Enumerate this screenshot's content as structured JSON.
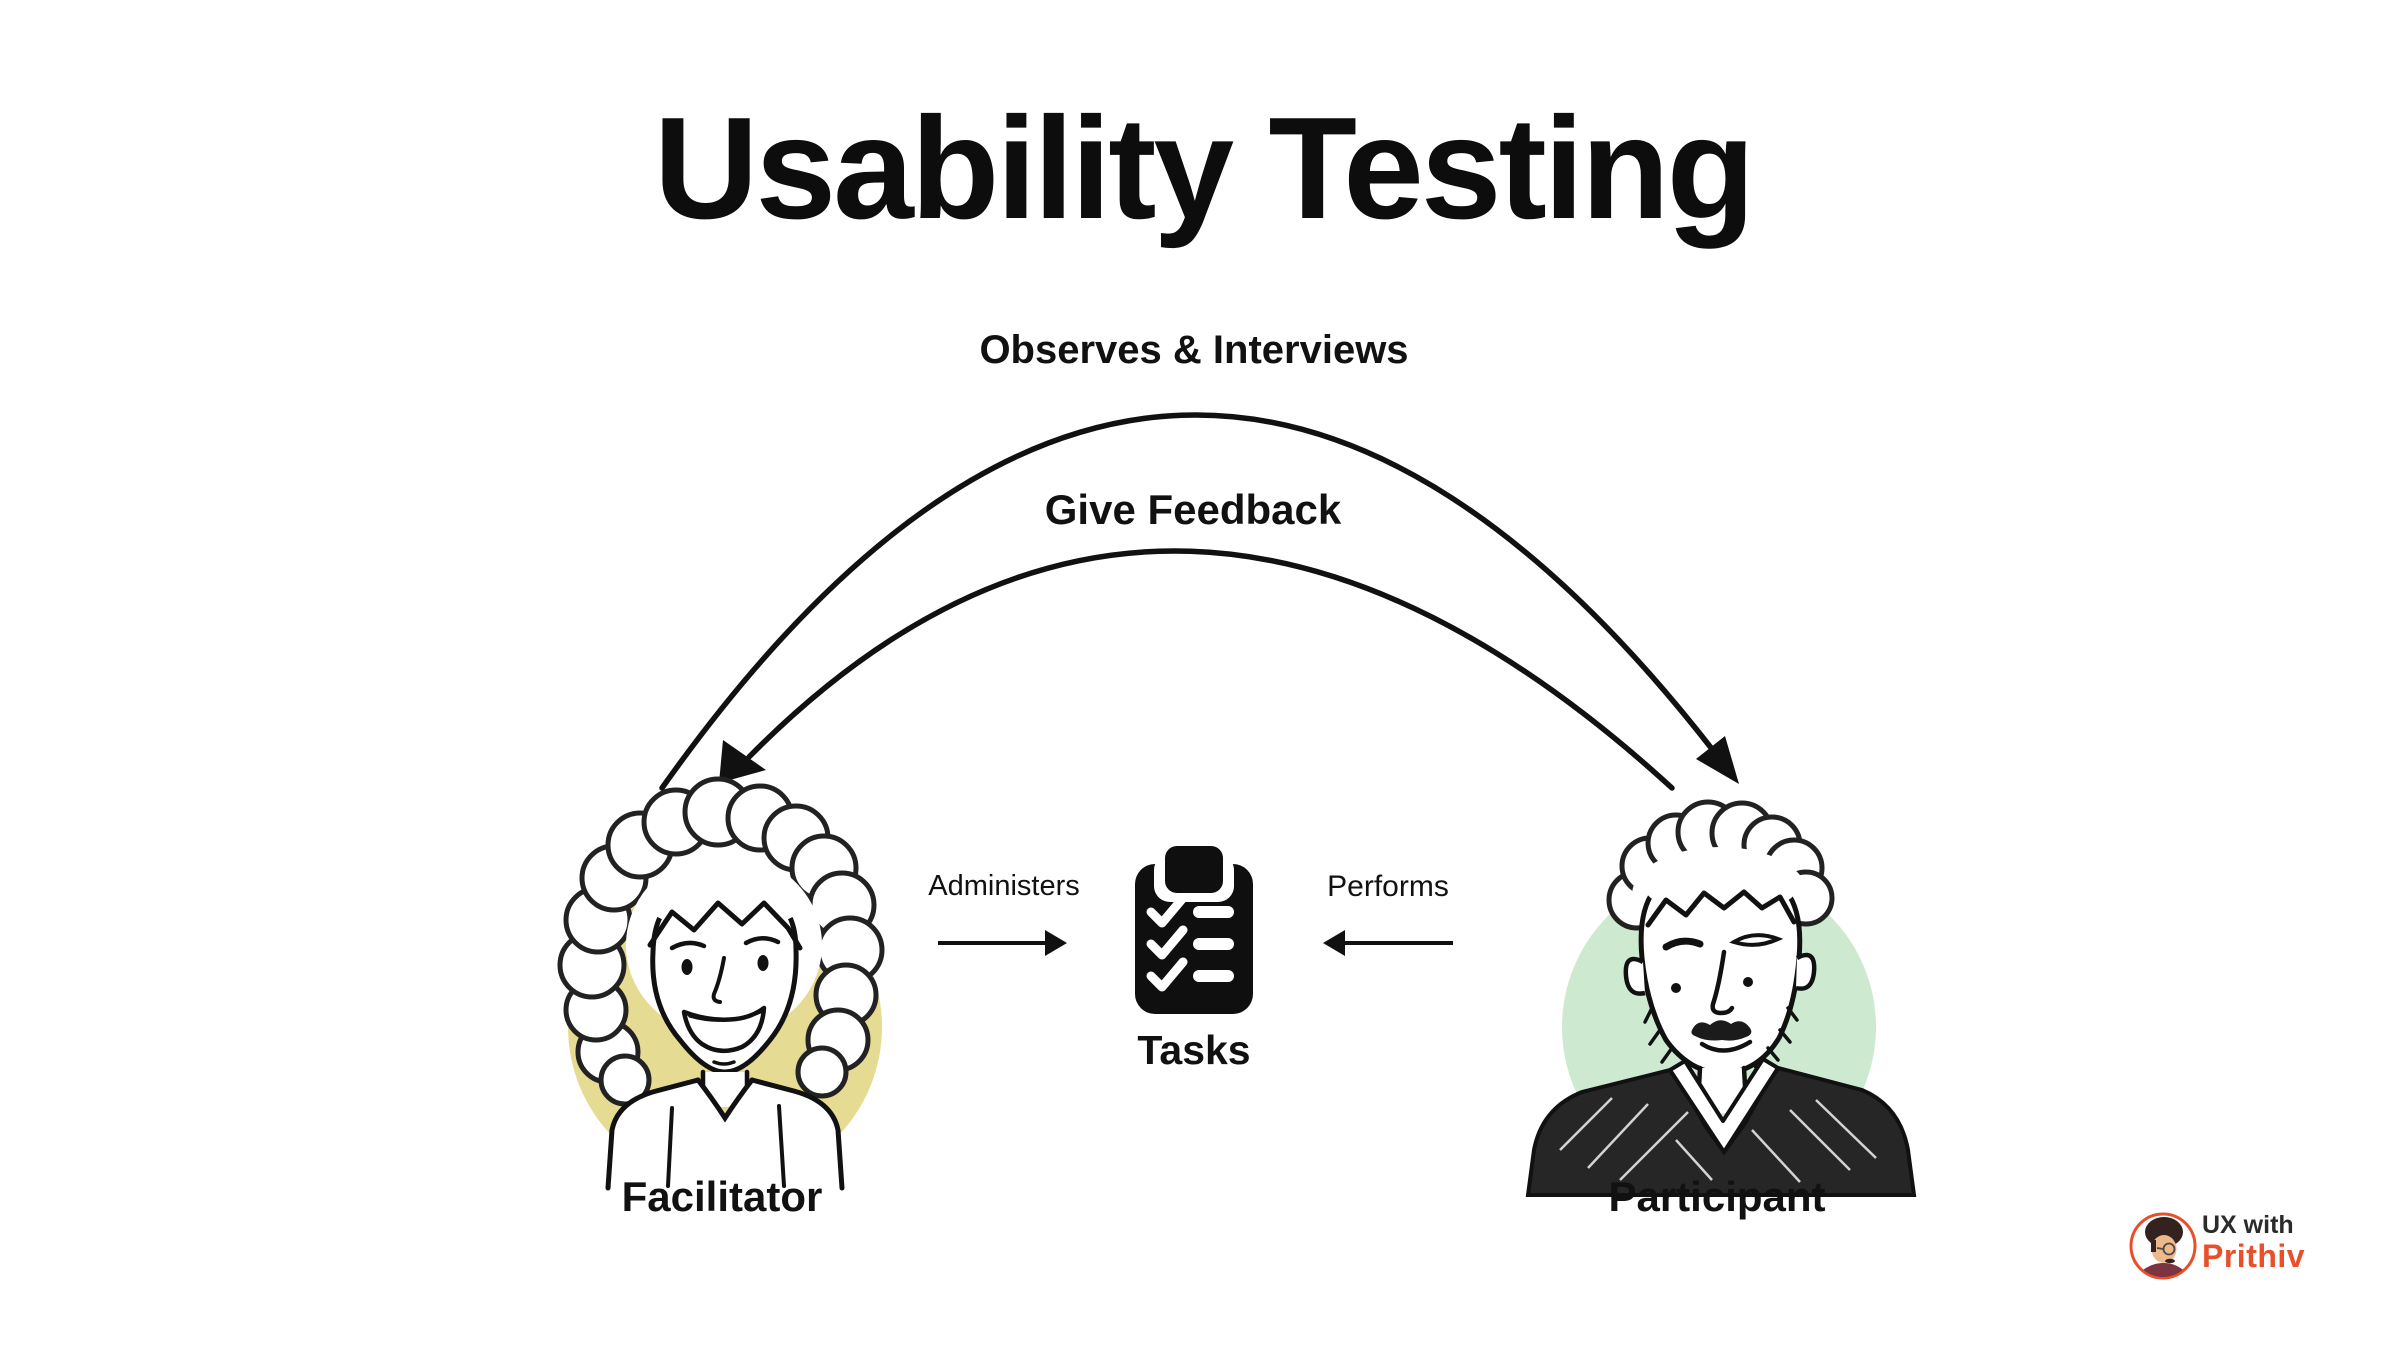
{
  "title": "Usability Testing",
  "diagram": {
    "top_arc_label": "Observes & Interviews",
    "bottom_arc_label": "Give Feedback",
    "left_actor": {
      "label": "Facilitator",
      "circle_color": "#e6db92"
    },
    "right_actor": {
      "label": "Participant",
      "circle_color": "#cdead1"
    },
    "center": {
      "left_relation": "Administers",
      "right_relation": "Performs",
      "artifact_label": "Tasks",
      "artifact_icon": "clipboard-checklist-icon"
    },
    "ink_color": "#111111"
  },
  "branding": {
    "line1": "UX with",
    "line2": "Prithiv",
    "accent_color": "#e8502b",
    "text_color": "#2b2b2b",
    "avatar_icon": "prithiv-avatar"
  }
}
